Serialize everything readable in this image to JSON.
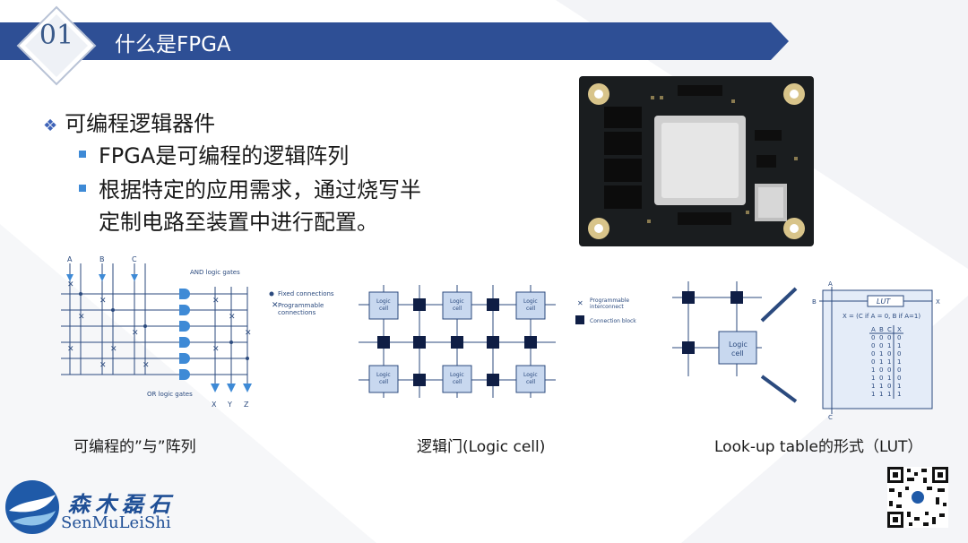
{
  "header": {
    "number": "01",
    "title": "什么是FPGA"
  },
  "content": {
    "main_bullet": "可编程逻辑器件",
    "sub_bullets": [
      "FPGA是可编程的逻辑阵列",
      "根据特定的应用需求，通过烧写半",
      "定制电路至装置中进行配置。"
    ]
  },
  "diagrams": {
    "pla": {
      "caption": "可编程的”与”阵列",
      "inputs": [
        "A",
        "B",
        "C"
      ],
      "outputs": [
        "X",
        "Y",
        "Z"
      ],
      "and_label": "AND logic gates",
      "or_label": "OR logic gates",
      "legend_fixed": "Fixed connections",
      "legend_prog_1": "Programmable",
      "legend_prog_2": "connections"
    },
    "logic_cell": {
      "caption": "逻辑门(Logic cell)",
      "cell_label_1": "Logic",
      "cell_label_2": "cell",
      "legend_interconnect_1": "Programmable",
      "legend_interconnect_2": "interconnect",
      "legend_block": "Connection block"
    },
    "lut": {
      "caption": "Look-up table的形式（LUT）",
      "cell_label_1": "Logic",
      "cell_label_2": "cell",
      "lut_label": "LUT",
      "port_a": "A",
      "port_b": "B",
      "port_c": "C",
      "port_x": "X",
      "formula": "X = (C if A = 0, B if A=1)",
      "table_header": [
        "A",
        "B",
        "C",
        "X"
      ],
      "table_rows": [
        [
          "0",
          "0",
          "0",
          "0"
        ],
        [
          "0",
          "0",
          "1",
          "1"
        ],
        [
          "0",
          "1",
          "0",
          "0"
        ],
        [
          "0",
          "1",
          "1",
          "1"
        ],
        [
          "1",
          "0",
          "0",
          "0"
        ],
        [
          "1",
          "0",
          "1",
          "0"
        ],
        [
          "1",
          "1",
          "0",
          "1"
        ],
        [
          "1",
          "1",
          "1",
          "1"
        ]
      ]
    }
  },
  "logo": {
    "chinese": "森木磊石",
    "english": "SenMuLeiShi"
  },
  "colors": {
    "brand_blue": "#2e4f95",
    "accent_blue": "#3e8ad6",
    "diagram_blue": "#2b4a7e"
  }
}
